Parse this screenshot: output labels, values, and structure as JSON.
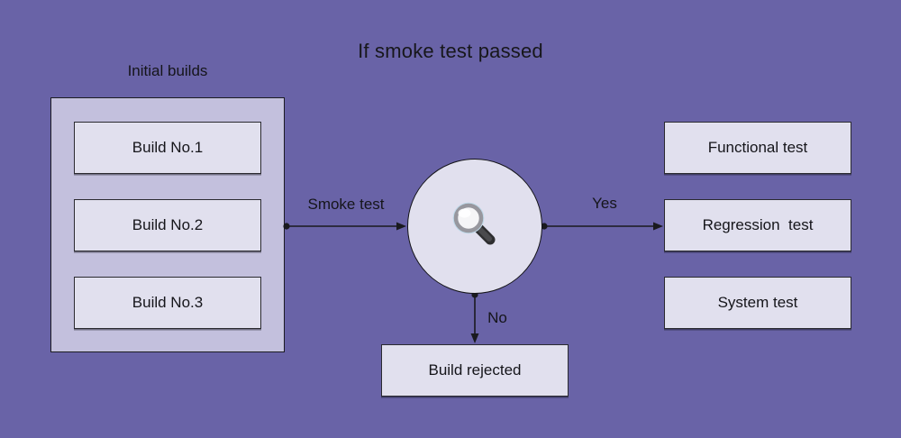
{
  "title": "If smoke test passed",
  "left_group": {
    "label": "Initial builds",
    "items": [
      "Build No.1",
      "Build No.2",
      "Build No.3"
    ]
  },
  "decision": {
    "icon": "magnifier-icon",
    "shape": "circle"
  },
  "edges": {
    "smoke_label": "Smoke test",
    "yes_label": "Yes",
    "no_label": "No"
  },
  "right_group": {
    "items": [
      "Functional test",
      "Regression  test",
      "System test"
    ]
  },
  "rejected_box": {
    "label": "Build rejected"
  },
  "colors": {
    "background": "#6963A7",
    "container_fill": "#C3C0DD",
    "node_fill": "#E1E0EE",
    "stroke": "#1C1C22",
    "text": "#15151A"
  }
}
